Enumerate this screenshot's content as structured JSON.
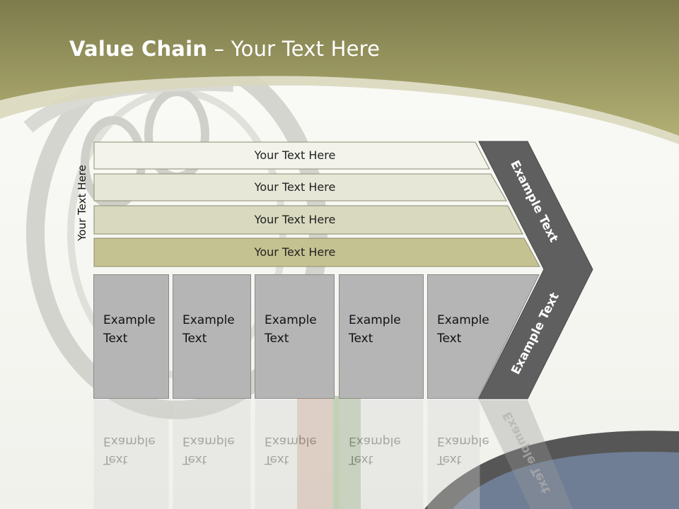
{
  "slide": {
    "title_bold": "Value Chain",
    "title_rest": " – Your Text Here",
    "vertical_label": "Your Text Here"
  },
  "rows": [
    {
      "label": "Your Text Here",
      "fill": "#f3f3ec"
    },
    {
      "label": "Your Text Here",
      "fill": "#e7e7d8"
    },
    {
      "label": "Your Text Here",
      "fill": "#d9d9bf"
    },
    {
      "label": "Your Text Here",
      "fill": "#c5c291"
    }
  ],
  "columns": [
    {
      "line1": "Example",
      "line2": "Text"
    },
    {
      "line1": "Example",
      "line2": "Text"
    },
    {
      "line1": "Example",
      "line2": "Text"
    },
    {
      "line1": "Example",
      "line2": "Text"
    },
    {
      "line1": "Example",
      "line2": "Text"
    }
  ],
  "arrow": {
    "upper_label": "Example Text",
    "lower_label": "Example Text",
    "fill": "#5f5f5f"
  },
  "colors": {
    "header": "#a09e62",
    "column_fill": "#b5b5b5"
  }
}
